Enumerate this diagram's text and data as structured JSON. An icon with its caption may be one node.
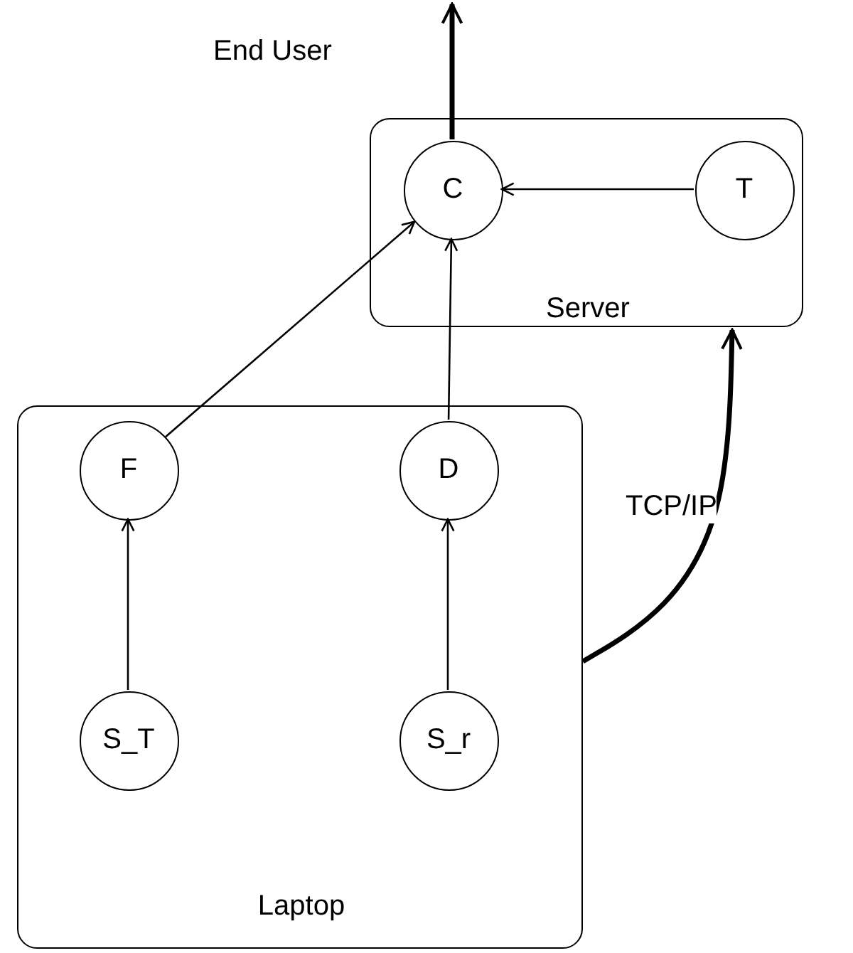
{
  "diagram": {
    "nodes": [
      {
        "text": [
          "Server"
        ]
      },
      {
        "text": [
          "C"
        ],
        "in": 0
      },
      {
        "text": [
          "T"
        ],
        "in": 0
      },
      {
        "text": [
          "Laptop"
        ]
      },
      {
        "text": [
          "F"
        ],
        "in": 3
      },
      {
        "text": [
          "D"
        ],
        "in": 3
      },
      {
        "text": [
          "S_T"
        ],
        "in": 3
      },
      {
        "text": [
          "S_r"
        ],
        "in": 3
      }
    ],
    "edges": [
      {
        "from": 2,
        "to": 1,
        "arrow": "to"
      },
      {
        "from": 4,
        "to": 1,
        "arrow": "to"
      },
      {
        "from": 5,
        "to": 1,
        "arrow": "to"
      },
      {
        "from": 6,
        "to": 4,
        "arrow": "to"
      },
      {
        "from": 7,
        "to": 5,
        "arrow": "to"
      },
      {
        "from": 1,
        "to": null,
        "arrow": "to",
        "label": "End User",
        "style": "thick"
      },
      {
        "from": 3,
        "to": 0,
        "arrow": "to",
        "label": "TCP/IP",
        "style": "thick"
      }
    ]
  }
}
